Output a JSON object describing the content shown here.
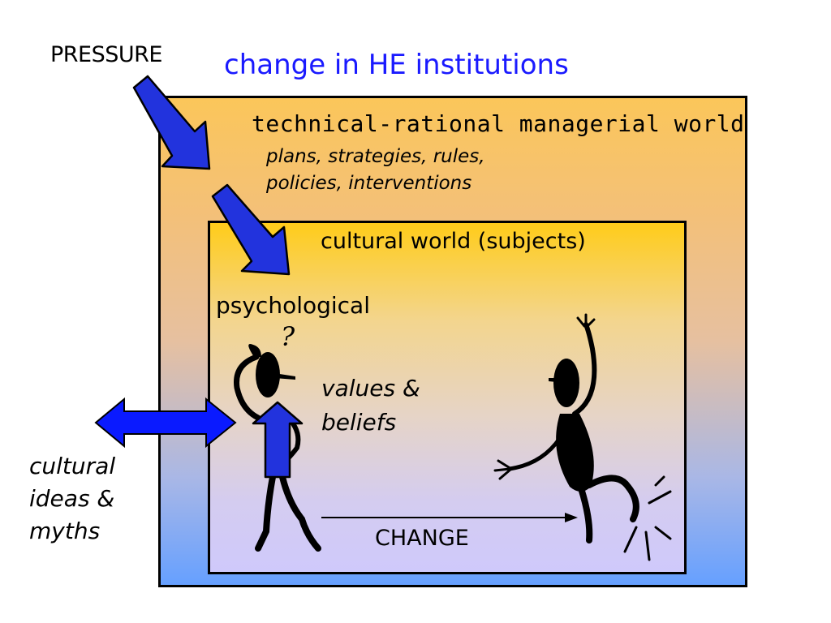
{
  "title": "change in HE institutions",
  "pressure_label": "PRESSURE",
  "outer_box": {
    "heading": "technical-rational managerial world",
    "subtext_line1": "plans, strategies, rules,",
    "subtext_line2": "policies, interventions"
  },
  "inner_box": {
    "heading": "cultural world (subjects)",
    "psychological_label": "psychological",
    "question_mark": "?",
    "values_line1": "values &",
    "values_line2": "beliefs",
    "change_label": "CHANGE"
  },
  "external_label": {
    "line1": "cultural",
    "line2": "ideas &",
    "line3": "myths"
  },
  "colors": {
    "title": "#1a1aff",
    "arrow_fill": "#2233dd",
    "double_arrow_fill": "#0a1aff",
    "outer_top": "#fbc65a",
    "outer_bottom": "#66a0ff",
    "inner_top": "#ffcc1a",
    "inner_bottom": "#cfc9fb"
  },
  "icons": {
    "pressure_arrows": "diagonal-down-arrow",
    "external_arrow": "double-horizontal-arrow",
    "figure_arrow": "up-arrow",
    "change_arrow": "right-line-arrow"
  }
}
